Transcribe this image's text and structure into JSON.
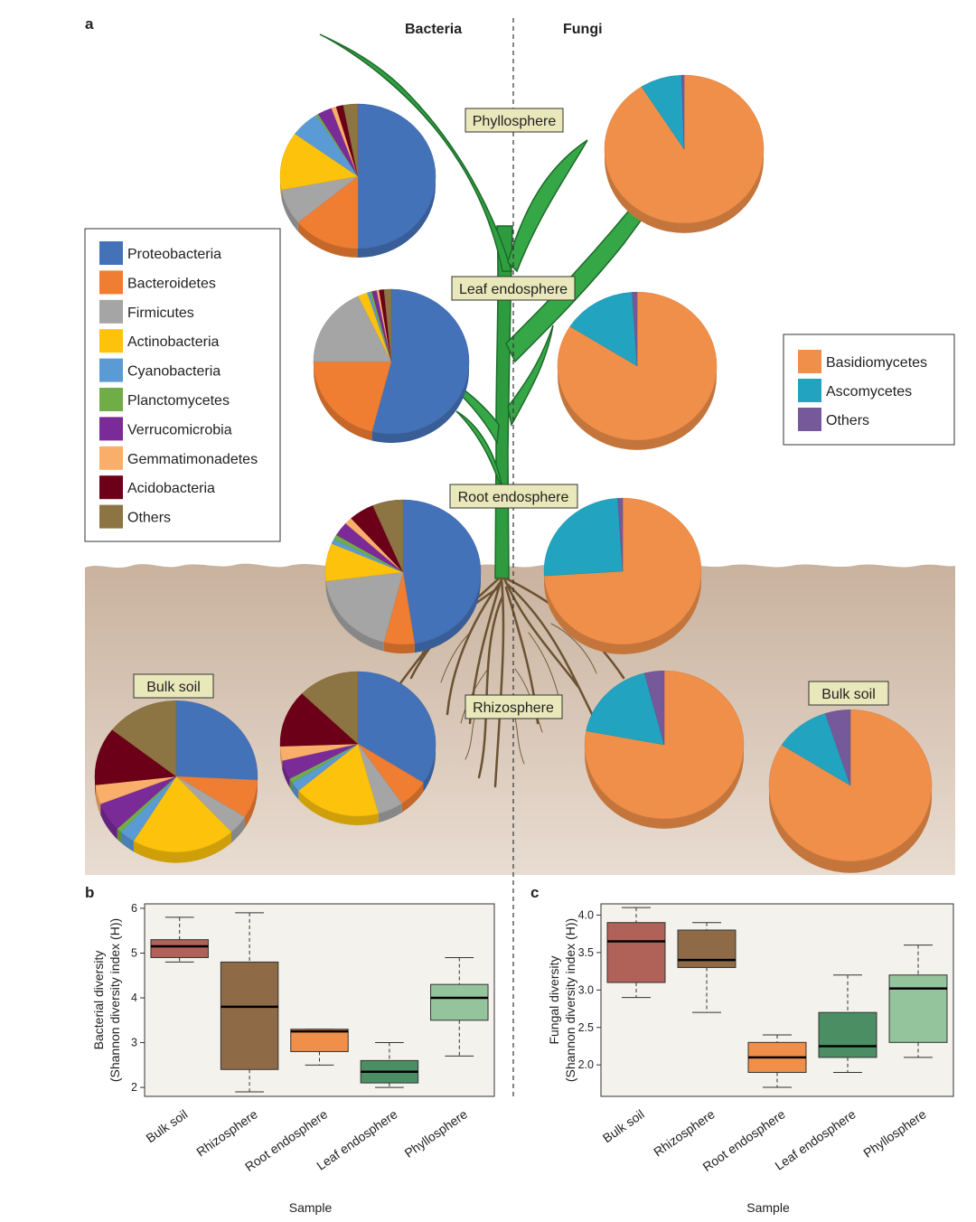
{
  "panel_labels": {
    "a": "a",
    "b": "b",
    "c": "c"
  },
  "headers": {
    "bacteria": "Bacteria",
    "fungi": "Fungi"
  },
  "habitats": {
    "phyllosphere": "Phyllosphere",
    "leaf_endosphere": "Leaf endosphere",
    "root_endosphere": "Root endosphere",
    "rhizosphere": "Rhizosphere",
    "bulk_soil_left": "Bulk soil",
    "bulk_soil_right": "Bulk soil"
  },
  "colors": {
    "Proteobacteria": "#4472b8",
    "Bacteroidetes": "#ef7d32",
    "Firmicutes": "#a5a5a5",
    "Actinobacteria": "#fdc20c",
    "Cyanobacteria": "#5b9bd5",
    "Planctomycetes": "#70ad47",
    "Verrucomicrobia": "#7a2b98",
    "Gemmatimonadetes": "#f9ae6a",
    "Acidobacteria": "#6b0018",
    "Others": "#8c7443",
    "Basidiomycetes": "#ef8f49",
    "Ascomycetes": "#22a3c0",
    "FungiOthers": "#76599a",
    "soil": "#cdb6a2",
    "plant": "#2f9b3f"
  },
  "bacteria_legend": [
    "Proteobacteria",
    "Bacteroidetes",
    "Firmicutes",
    "Actinobacteria",
    "Cyanobacteria",
    "Planctomycetes",
    "Verrucomicrobia",
    "Gemmatimonadetes",
    "Acidobacteria",
    "Others"
  ],
  "fungi_legend": [
    "Basidiomycetes",
    "Ascomycetes",
    "Others"
  ],
  "chart_data": [
    {
      "type": "pie",
      "name": "Bacteria Phyllosphere",
      "categories": [
        "Proteobacteria",
        "Bacteroidetes",
        "Firmicutes",
        "Actinobacteria",
        "Cyanobacteria",
        "Planctomycetes",
        "Verrucomicrobia",
        "Gemmatimonadetes",
        "Acidobacteria",
        "Others"
      ],
      "values": [
        50,
        14,
        8,
        13,
        6,
        0.5,
        3,
        1,
        1.5,
        3
      ]
    },
    {
      "type": "pie",
      "name": "Bacteria Leaf endosphere",
      "categories": [
        "Proteobacteria",
        "Bacteroidetes",
        "Firmicutes",
        "Actinobacteria",
        "Cyanobacteria",
        "Planctomycetes",
        "Verrucomicrobia",
        "Gemmatimonadetes",
        "Acidobacteria",
        "Others"
      ],
      "values": [
        54,
        21,
        18,
        2,
        0.5,
        0.5,
        1,
        0.5,
        1,
        1.5
      ]
    },
    {
      "type": "pie",
      "name": "Bacteria Root endosphere",
      "categories": [
        "Proteobacteria",
        "Bacteroidetes",
        "Firmicutes",
        "Actinobacteria",
        "Cyanobacteria",
        "Planctomycetes",
        "Verrucomicrobia",
        "Gemmatimonadetes",
        "Acidobacteria",
        "Others"
      ],
      "values": [
        45,
        6,
        18,
        8,
        1,
        1,
        3,
        1.5,
        5,
        6
      ]
    },
    {
      "type": "pie",
      "name": "Bacteria Rhizosphere",
      "categories": [
        "Proteobacteria",
        "Bacteroidetes",
        "Firmicutes",
        "Actinobacteria",
        "Cyanobacteria",
        "Planctomycetes",
        "Verrucomicrobia",
        "Gemmatimonadetes",
        "Acidobacteria",
        "Others"
      ],
      "values": [
        32,
        6,
        5,
        17,
        2,
        1,
        4,
        3,
        12,
        12
      ]
    },
    {
      "type": "pie",
      "name": "Bacteria Bulk soil",
      "categories": [
        "Proteobacteria",
        "Bacteroidetes",
        "Firmicutes",
        "Actinobacteria",
        "Cyanobacteria",
        "Planctomycetes",
        "Verrucomicrobia",
        "Gemmatimonadetes",
        "Acidobacteria",
        "Others"
      ],
      "values": [
        25,
        8,
        4,
        20,
        3,
        1,
        6,
        4,
        12,
        14
      ]
    },
    {
      "type": "pie",
      "name": "Fungi Phyllosphere",
      "categories": [
        "Basidiomycetes",
        "Ascomycetes",
        "Others"
      ],
      "values": [
        91,
        8.5,
        0.5
      ]
    },
    {
      "type": "pie",
      "name": "Fungi Leaf endosphere",
      "categories": [
        "Basidiomycetes",
        "Ascomycetes",
        "Others"
      ],
      "values": [
        84,
        15,
        1
      ]
    },
    {
      "type": "pie",
      "name": "Fungi Root endosphere",
      "categories": [
        "Basidiomycetes",
        "Ascomycetes",
        "Others"
      ],
      "values": [
        74,
        25,
        1
      ]
    },
    {
      "type": "pie",
      "name": "Fungi Rhizosphere",
      "categories": [
        "Basidiomycetes",
        "Ascomycetes",
        "Others"
      ],
      "values": [
        78,
        18,
        4
      ]
    },
    {
      "type": "pie",
      "name": "Fungi Bulk soil",
      "categories": [
        "Basidiomycetes",
        "Ascomycetes",
        "Others"
      ],
      "values": [
        84,
        11,
        5
      ]
    },
    {
      "type": "box",
      "panel": "b",
      "xlabel": "Sample",
      "ylabel": "Bacterial diversity",
      "ylabel2": "(Shannon diversity index (H))",
      "categories": [
        "Bulk soil",
        "Rhizosphere",
        "Root endosphere",
        "Leaf endosphere",
        "Phyllosphere"
      ],
      "ylim": [
        1.8,
        6.1
      ],
      "yticks": [
        2,
        3,
        4,
        5,
        6
      ],
      "boxes": [
        {
          "min": 4.8,
          "q1": 4.9,
          "median": 5.15,
          "q3": 5.3,
          "max": 5.8
        },
        {
          "min": 1.9,
          "q1": 2.4,
          "median": 3.8,
          "q3": 4.8,
          "max": 5.9
        },
        {
          "min": 2.5,
          "q1": 2.8,
          "median": 3.25,
          "q3": 3.3,
          "max": 3.3
        },
        {
          "min": 2.0,
          "q1": 2.1,
          "median": 2.35,
          "q3": 2.6,
          "max": 3.0
        },
        {
          "min": 2.7,
          "q1": 3.5,
          "median": 4.0,
          "q3": 4.3,
          "max": 4.9
        }
      ],
      "box_colors": [
        "#b06158",
        "#8f6a46",
        "#ef8f49",
        "#4c8e64",
        "#93c49c"
      ]
    },
    {
      "type": "box",
      "panel": "c",
      "xlabel": "Sample",
      "ylabel": "Fungal diversity",
      "ylabel2": "(Shannon diversity index (H))",
      "categories": [
        "Bulk soil",
        "Rhizosphere",
        "Root endosphere",
        "Leaf endosphere",
        "Phyllosphere"
      ],
      "ylim": [
        1.58,
        4.15
      ],
      "yticks": [
        2.0,
        2.5,
        3.0,
        3.5,
        4.0
      ],
      "ytick_labels": [
        "2.0",
        "2.5",
        "3.0",
        "3.5",
        "4.0"
      ],
      "boxes": [
        {
          "min": 2.9,
          "q1": 3.1,
          "median": 3.65,
          "q3": 3.9,
          "max": 4.1
        },
        {
          "min": 2.7,
          "q1": 3.3,
          "median": 3.4,
          "q3": 3.8,
          "max": 3.9
        },
        {
          "min": 1.7,
          "q1": 1.9,
          "median": 2.1,
          "q3": 2.3,
          "max": 2.4
        },
        {
          "min": 1.9,
          "q1": 2.1,
          "median": 2.25,
          "q3": 2.7,
          "max": 3.2
        },
        {
          "min": 2.1,
          "q1": 2.3,
          "median": 3.02,
          "q3": 3.2,
          "max": 3.6
        }
      ],
      "box_colors": [
        "#b06158",
        "#8f6a46",
        "#ef8f49",
        "#4c8e64",
        "#93c49c"
      ]
    }
  ]
}
